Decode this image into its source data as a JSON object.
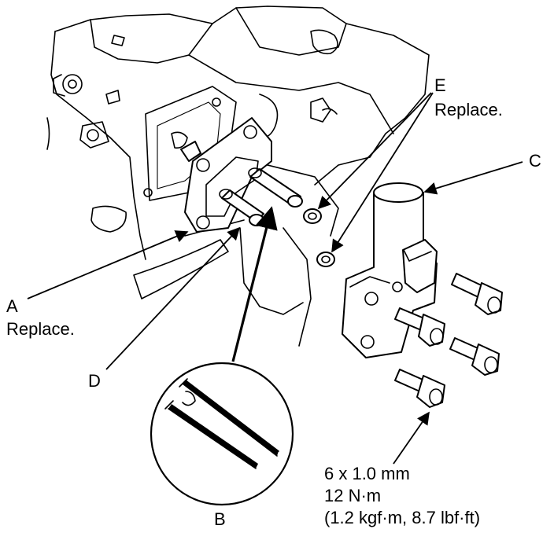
{
  "labels": {
    "a_letter": "A",
    "a_note": "Replace.",
    "b_letter": "B",
    "c_letter": "C",
    "d_letter": "D",
    "e_letter": "E",
    "e_note": "Replace.",
    "bolt_size": "6 x 1.0 mm",
    "torque_nm": "12 N·m",
    "torque_alt": "(1.2 kgf·m, 8.7 lbf·ft)"
  }
}
